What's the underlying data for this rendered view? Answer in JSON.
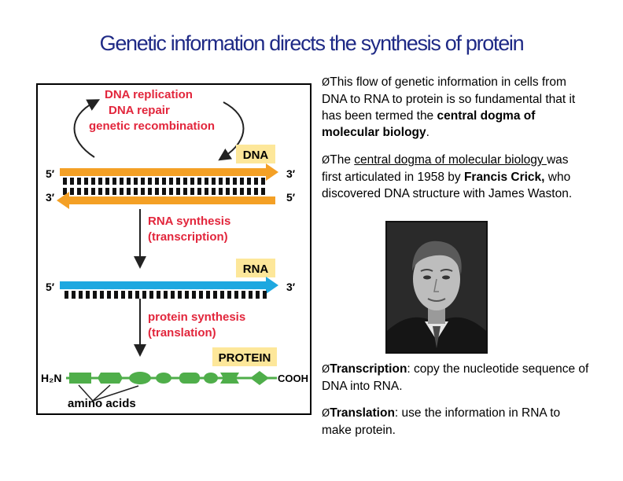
{
  "slide": {
    "title": "Genetic information directs the synthesis of  protein"
  },
  "figure": {
    "top_labels": [
      "DNA replication",
      "DNA repair",
      "genetic recombination"
    ],
    "dna_box": "DNA",
    "five_prime": "5′",
    "three_prime": "3′",
    "rna_synthesis": "RNA synthesis",
    "transcription": "(transcription)",
    "rna_box": "RNA",
    "protein_synthesis": "protein synthesis",
    "translation": "(translation)",
    "protein_box": "PROTEIN",
    "n_terminus": "H₂N",
    "c_terminus": "COOH",
    "amino_acids": "amino acids",
    "colors": {
      "red_text": "#e2263c",
      "orange_strand": "#f4a025",
      "blue_strand": "#1ea8e0",
      "green_residue": "#4fae4a",
      "yellow_box": "#fde79a"
    }
  },
  "bullets": {
    "b1": {
      "marker": "Ø",
      "pre": "This flow of genetic information in cells from DNA to RNA to protein is so fundamental that it has been termed the ",
      "bold": "central dogma of molecular biology",
      "post": "."
    },
    "b2": {
      "marker": "Ø",
      "pre": "The ",
      "link": "central dogma of molecular biology ",
      "mid": "was first articulated in 1958 by ",
      "bold": "Francis Crick,",
      "post": " who discovered DNA structure with James Waston."
    },
    "b3": {
      "marker": "Ø",
      "bold": "Transcription",
      "post": ": copy the nucleotide sequence of DNA into RNA."
    },
    "b4": {
      "marker": "Ø",
      "bold": "Translation",
      "post": ": use the information in RNA to make protein."
    }
  },
  "photo": {
    "icon": "portrait-photo"
  }
}
